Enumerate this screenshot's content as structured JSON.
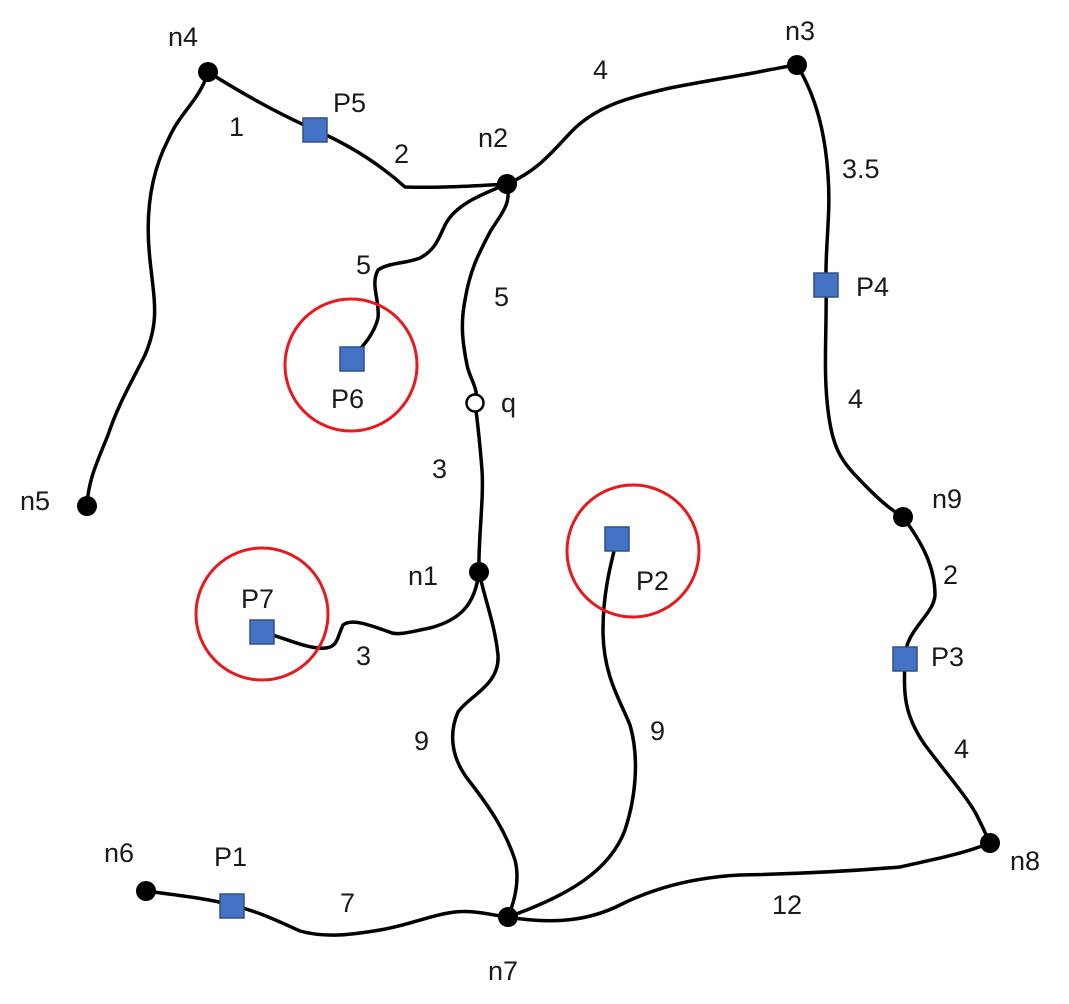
{
  "colors": {
    "poi": "#4472c4",
    "highlight": "#e8191e",
    "edge": "#000000"
  },
  "nodes": {
    "n1": "n1",
    "n2": "n2",
    "n3": "n3",
    "n4": "n4",
    "n5": "n5",
    "n6": "n6",
    "n7": "n7",
    "n8": "n8",
    "n9": "n9"
  },
  "query": "q",
  "pois": {
    "P1": "P1",
    "P2": "P2",
    "P3": "P3",
    "P4": "P4",
    "P5": "P5",
    "P6": "P6",
    "P7": "P7"
  },
  "highlighted_pois": [
    "P2",
    "P6",
    "P7"
  ],
  "edge_weights": {
    "n4_n5": "",
    "n4_P5": "1",
    "P5_n2": "2",
    "n2_n3": "4",
    "n3_P4": "3.5",
    "P4_n9": "4",
    "n9_P3": "2",
    "P3_n8": "4",
    "n8_n7": "12",
    "n2_P6": "5",
    "n2_q": "5",
    "q_n1": "3",
    "n1_P7": "3",
    "n1_n7": "9",
    "P2_n7": "9",
    "n6_n7_via_P1": "7"
  }
}
